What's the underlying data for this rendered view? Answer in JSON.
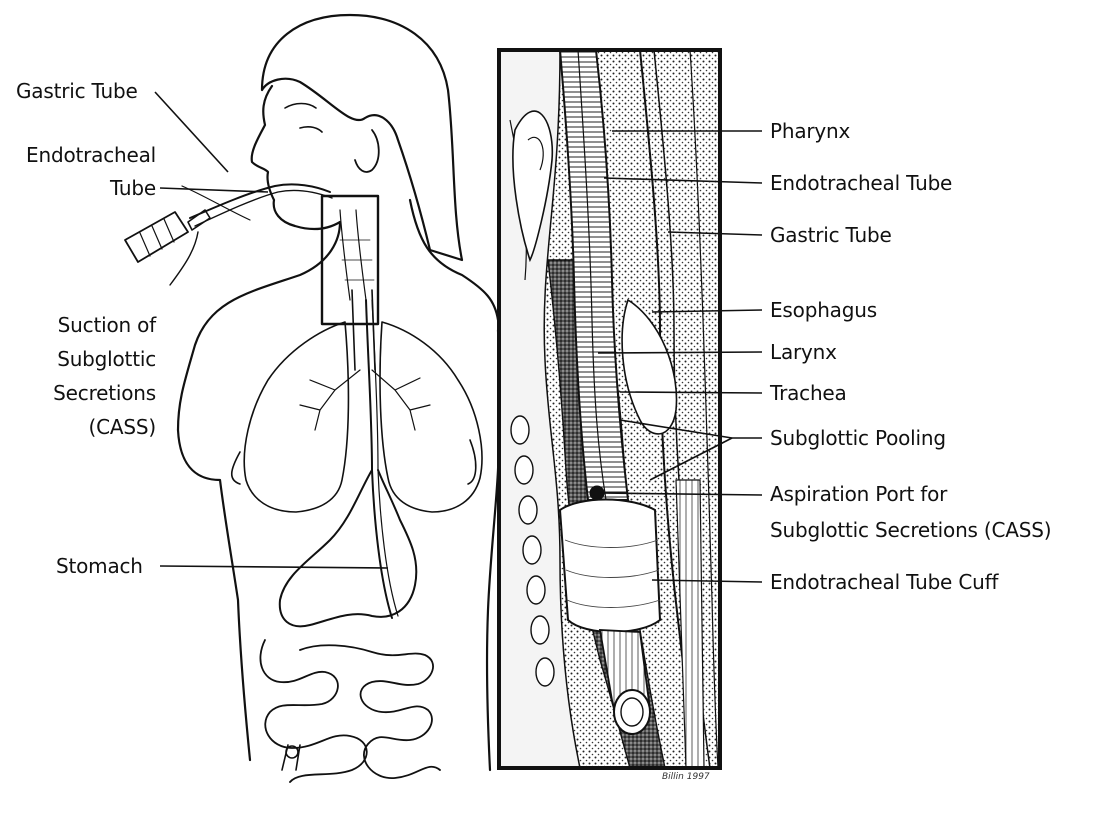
{
  "left_labels": {
    "gastric_tube": "Gastric Tube",
    "endotracheal_line1": "Endotracheal",
    "endotracheal_line2": "Tube",
    "suction_line1": "Suction of",
    "suction_line2": "Subglottic",
    "suction_line3": "Secretions",
    "suction_line4": "(CASS)",
    "stomach": "Stomach"
  },
  "right_labels": {
    "pharynx": "Pharynx",
    "endotracheal_tube": "Endotracheal Tube",
    "gastric_tube": "Gastric Tube",
    "esophagus": "Esophagus",
    "larynx": "Larynx",
    "trachea": "Trachea",
    "subglottic_pooling": "Subglottic Pooling",
    "aspiration_line1": "Aspiration Port for",
    "aspiration_line2": "Subglottic Secretions (CASS)",
    "cuff": "Endotracheal Tube Cuff"
  },
  "signature": "Billin 1997"
}
